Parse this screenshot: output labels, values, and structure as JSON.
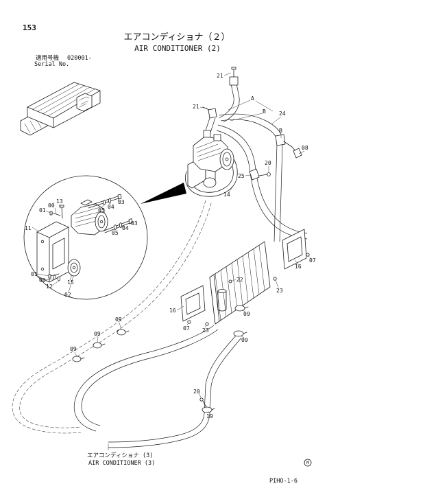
{
  "page": {
    "number": "153",
    "title_jp": "エアコンディショナ（２）",
    "title_en": "AIR CONDITIONER (2)",
    "serial_label_jp": "適用号機",
    "serial_value": "020001-",
    "serial_label_en": "Serial No."
  },
  "callouts": {
    "main": [
      "21",
      "A",
      "21",
      "B",
      "24",
      "B",
      "08",
      "20",
      "25",
      "14",
      "16",
      "07",
      "22",
      "23",
      "16",
      "09",
      "07",
      "23",
      "09",
      "09",
      "09",
      "09",
      "20",
      "19"
    ],
    "detail": [
      "13",
      "00",
      "01",
      "05",
      "04",
      "03",
      "05",
      "04",
      "03",
      "11",
      "01",
      "00",
      "12",
      "15",
      "02"
    ]
  },
  "reference": {
    "jp": "エアコンディショナ (3)",
    "en": "AIR CONDITIONER (3)"
  },
  "symbol": "M",
  "footer_code": "PIHO-1-6",
  "colors": {
    "ink": "#1a1a1a",
    "paper": "#ffffff",
    "pointer": "#000000"
  }
}
